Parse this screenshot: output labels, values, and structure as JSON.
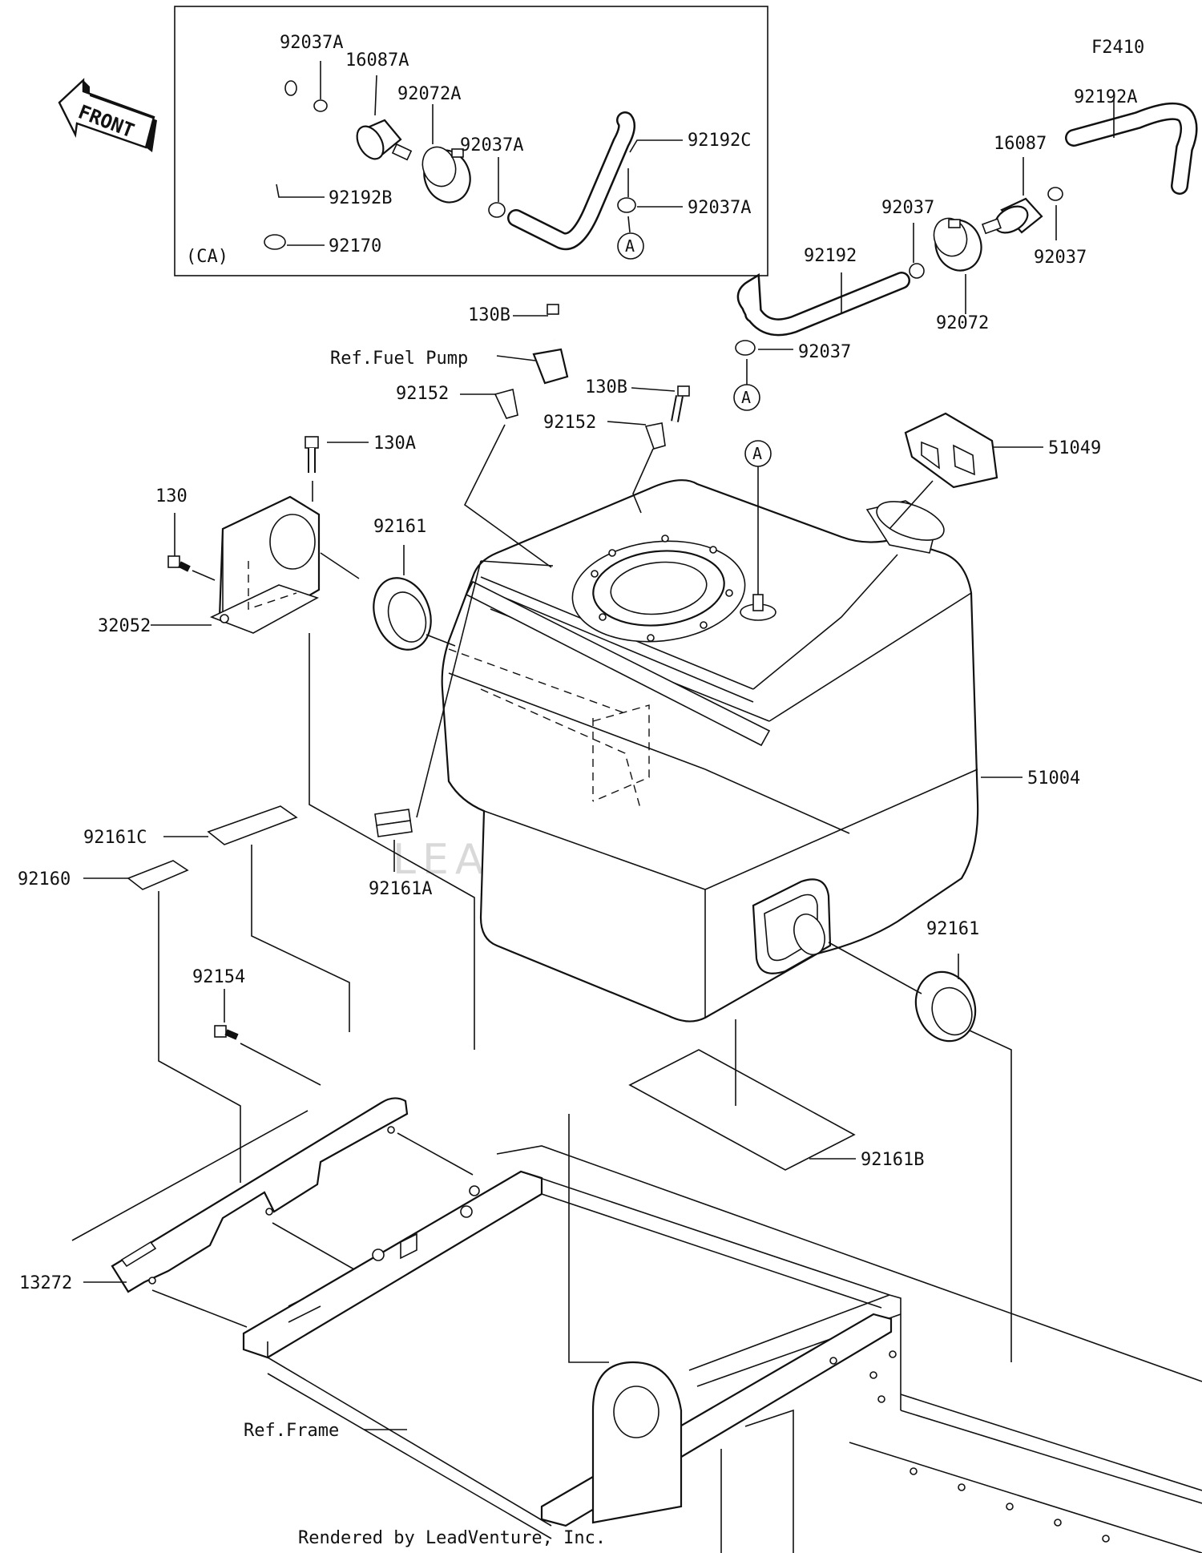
{
  "figure_code": "F2410",
  "front_label": "FRONT",
  "inset_label": "(CA)",
  "watermark": "LEADVENTURE",
  "footer": "Rendered by LeadVenture, Inc.",
  "callout_marker": "A",
  "labels": {
    "inset_92037A_top": "92037A",
    "inset_16087A": "16087A",
    "inset_92072A": "92072A",
    "inset_92037A_mid": "92037A",
    "inset_92192C": "92192C",
    "inset_92037A_right": "92037A",
    "inset_92192B": "92192B",
    "inset_92170": "92170",
    "p92192A": "92192A",
    "p16087": "16087",
    "p92037_left": "92037",
    "p92037_right": "92037",
    "p92192": "92192",
    "p92072": "92072",
    "p92037_lower": "92037",
    "p130B_top": "130B",
    "ref_fuel_pump": "Ref.Fuel Pump",
    "p130B_right": "130B",
    "p92152_left": "92152",
    "p92152_right": "92152",
    "p51049": "51049",
    "p130A": "130A",
    "p130": "130",
    "p92161_left": "92161",
    "p32052": "32052",
    "p51004": "51004",
    "p92161C": "92161C",
    "p92160": "92160",
    "p92161A": "92161A",
    "p92161_right": "92161",
    "p92154": "92154",
    "p92161B": "92161B",
    "p13272": "13272",
    "ref_frame": "Ref.Frame"
  }
}
